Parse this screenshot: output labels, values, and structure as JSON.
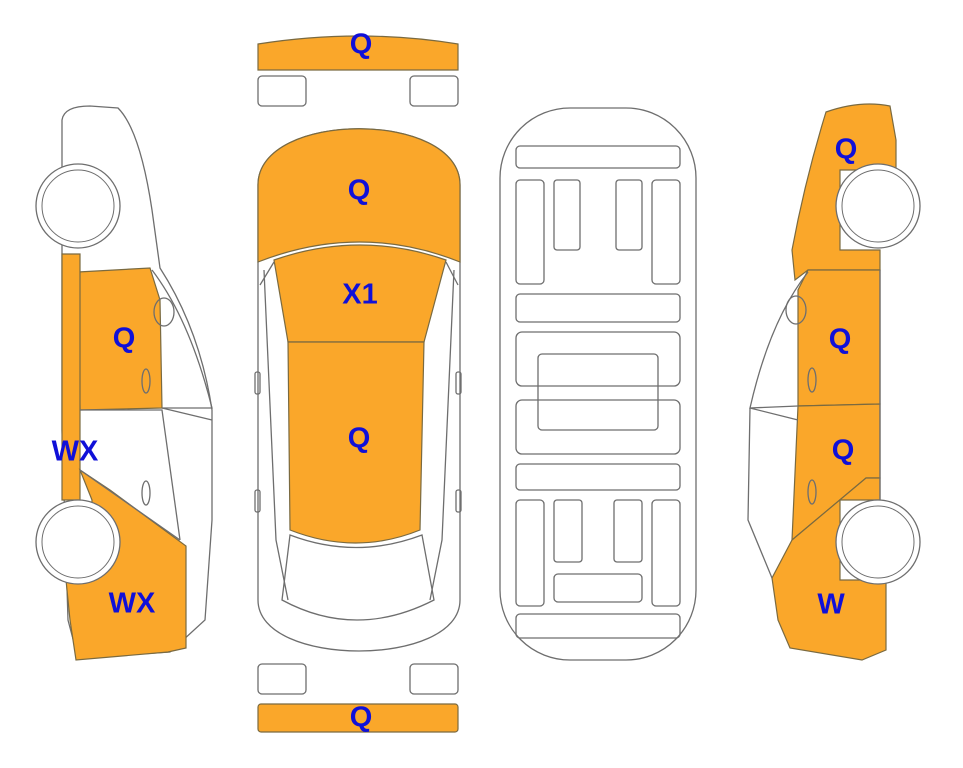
{
  "colors": {
    "damage_fill": "#FAA72A",
    "label_text": "#1010D8",
    "outline": "#6E6E6E",
    "background": "#FFFFFF"
  },
  "labels": {
    "front_bumper": "Q",
    "hood": "Q",
    "windshield": "X1",
    "roof": "Q",
    "rear_bumper": "Q",
    "left_front_door": "Q",
    "left_rocker": "WX",
    "left_rear_quarter": "WX",
    "right_front_fender": "Q",
    "right_front_door": "Q",
    "right_rear_door": "Q",
    "right_rear_quarter": "W"
  }
}
